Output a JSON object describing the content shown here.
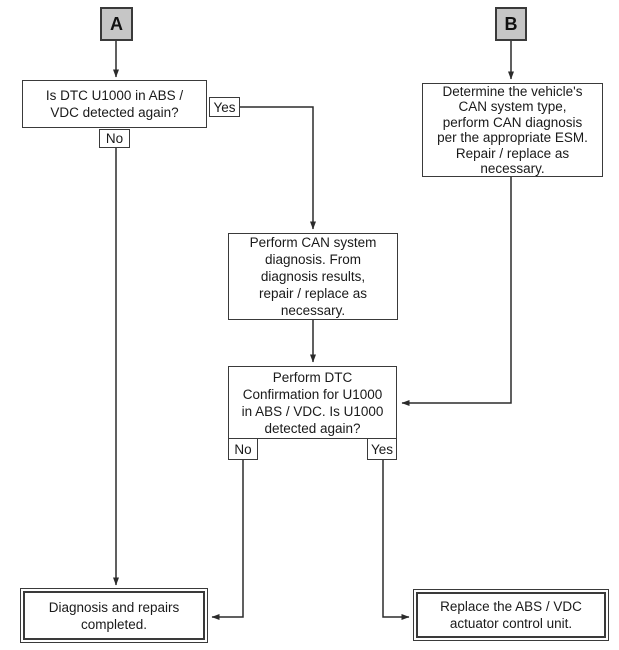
{
  "ports": {
    "a": "A",
    "b": "B"
  },
  "nodes": {
    "dtc_u1000_question": "Is DTC U1000 in ABS /\nVDC detected again?",
    "determine_can_type": "Determine the vehicle's\nCAN system type,\nperform CAN diagnosis\nper the appropriate ESM.\nRepair / replace as\nnecessary.",
    "perform_can_diagnosis": "Perform CAN system\ndiagnosis. From\ndiagnosis results,\nrepair / replace as\nnecessary.",
    "dtc_confirmation": "Perform DTC\nConfirmation for U1000\nin ABS / VDC. Is U1000\ndetected again?",
    "diagnosis_completed": "Diagnosis and repairs\ncompleted.",
    "replace_actuator": "Replace the ABS / VDC\nactuator control unit."
  },
  "edge_labels": {
    "q1_yes": "Yes",
    "q1_no": "No",
    "dtc_no": "No",
    "dtc_yes": "Yes"
  },
  "colors": {
    "port_fill": "#c6c6c6",
    "line": "#2b2b2b",
    "background": "#ffffff"
  }
}
